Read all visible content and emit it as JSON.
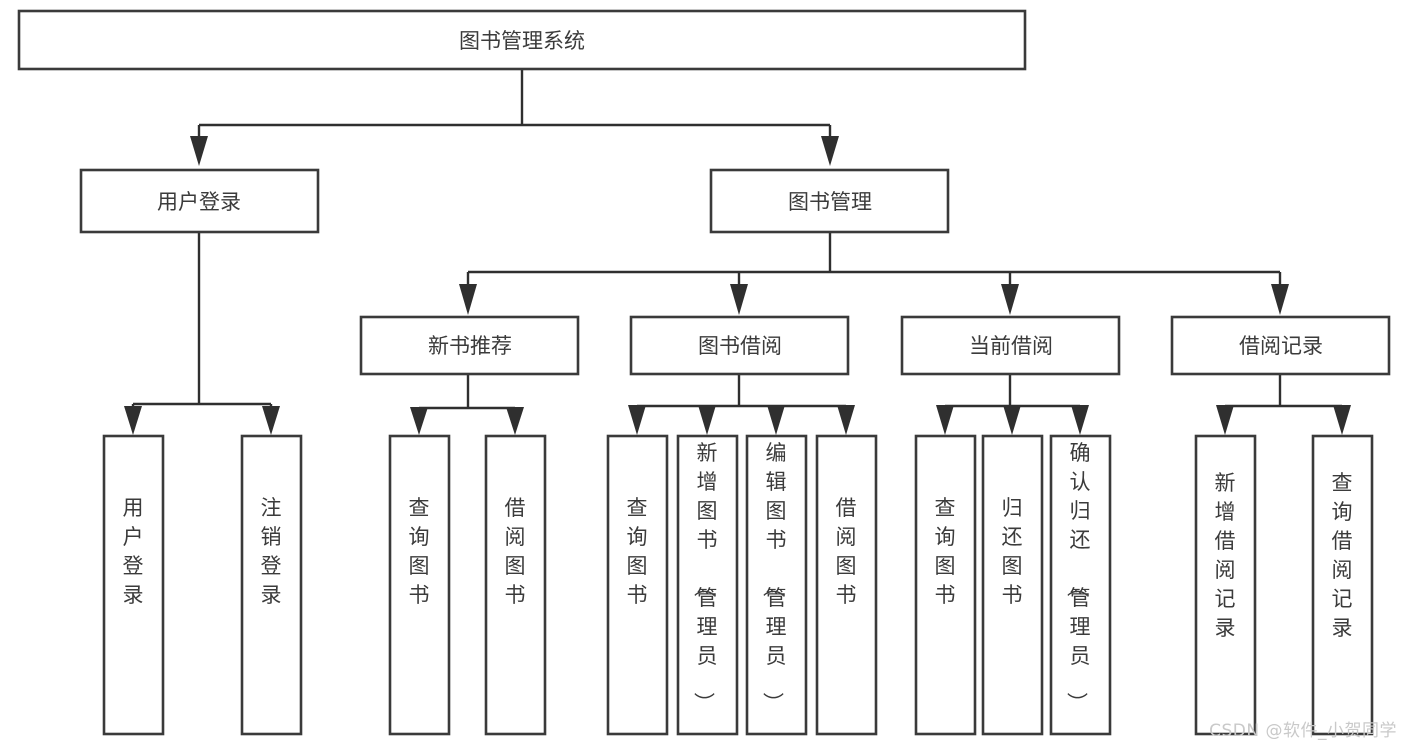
{
  "diagram": {
    "title": "图书管理系统",
    "type": "tree-hierarchy-diagram",
    "colors": {
      "box_stroke": "#3a3a3a",
      "box_fill": "#ffffff",
      "edge": "#2f2f2f",
      "text": "#3b3b3b",
      "watermark": "#c9c9c9",
      "background": "#ffffff"
    },
    "root": {
      "label": "图书管理系统"
    },
    "level2": [
      {
        "label": "用户登录"
      },
      {
        "label": "图书管理"
      }
    ],
    "level3": [
      {
        "label": "新书推荐"
      },
      {
        "label": "图书借阅"
      },
      {
        "label": "当前借阅"
      },
      {
        "label": "借阅记录"
      }
    ],
    "leaves": {
      "user_login": [
        {
          "label": "用户登录"
        },
        {
          "label": "注销登录"
        }
      ],
      "new_book_recommend": [
        {
          "label": "查询图书"
        },
        {
          "label": "借阅图书"
        }
      ],
      "book_borrow": [
        {
          "label": "查询图书"
        },
        {
          "label": "新增图书（管理员）"
        },
        {
          "label": "编辑图书（管理员）"
        },
        {
          "label": "借阅图书"
        }
      ],
      "current_borrow": [
        {
          "label": "查询图书"
        },
        {
          "label": "归还图书"
        },
        {
          "label": "确认归还（管理员）"
        }
      ],
      "borrow_record": [
        {
          "label": "新增借阅记录"
        },
        {
          "label": "查询借阅记录"
        }
      ]
    }
  },
  "watermark": {
    "text": "CSDN @软件_小贺同学"
  }
}
